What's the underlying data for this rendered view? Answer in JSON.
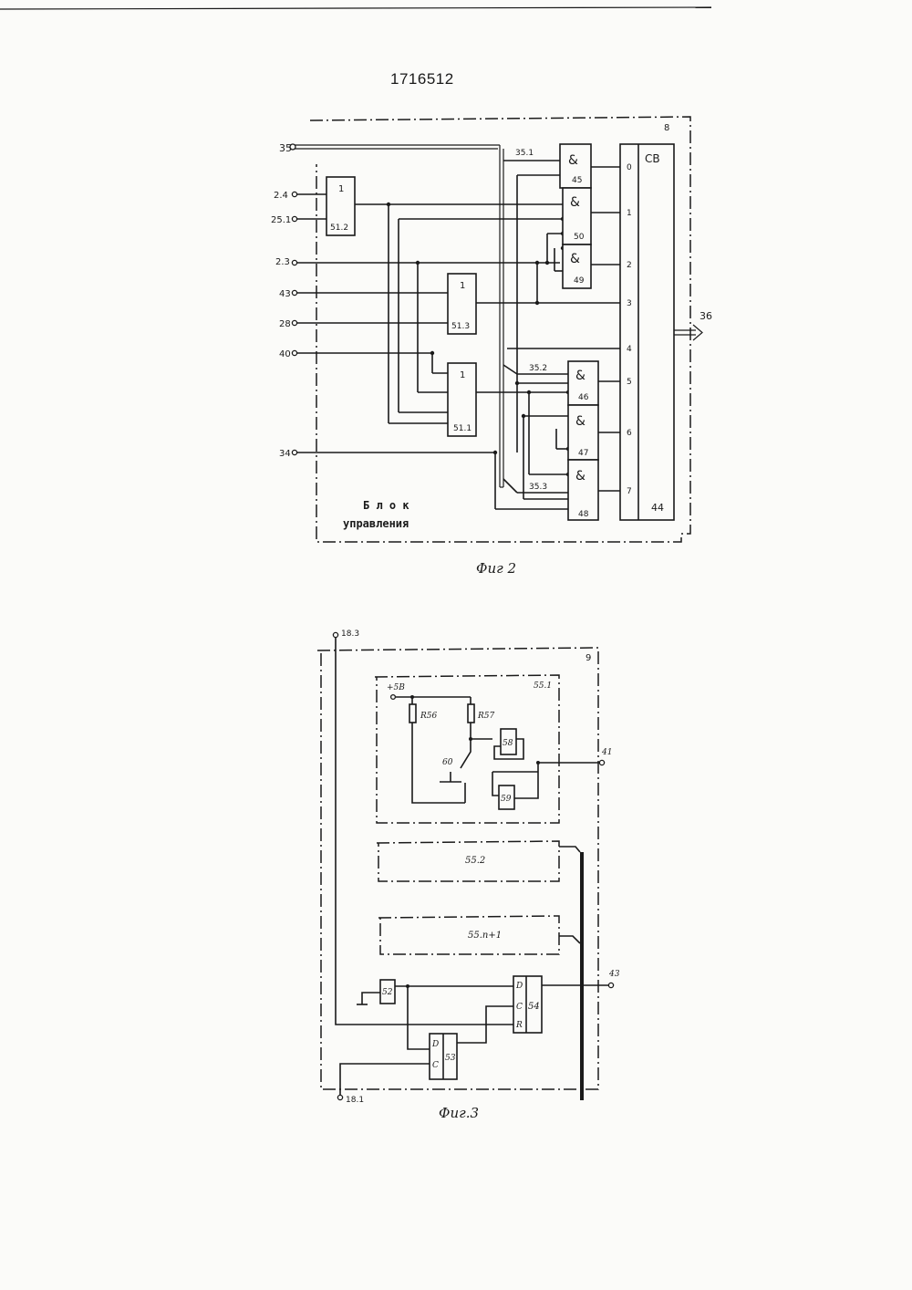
{
  "header": {
    "patent_number": "1716512",
    "top_rule": ""
  },
  "fig2": {
    "caption": "Фиг 2",
    "block_label": "8",
    "block_title_line1": "Б л о к",
    "block_title_line2": "управления",
    "inputs": [
      "35",
      "2.4",
      "25.1",
      "2.3",
      "43",
      "28",
      "40",
      "34"
    ],
    "bus_taps": [
      "35.1",
      "35.2",
      "35.3"
    ],
    "or_gates": [
      {
        "symbol": "1",
        "ref": "51.2"
      },
      {
        "symbol": "1",
        "ref": "51.3"
      },
      {
        "symbol": "1",
        "ref": "51.1"
      }
    ],
    "and_gates": [
      {
        "symbol": "&",
        "ref": "45"
      },
      {
        "symbol": "&",
        "ref": "50"
      },
      {
        "symbol": "&",
        "ref": "49"
      },
      {
        "symbol": "&",
        "ref": "46"
      },
      {
        "symbol": "&",
        "ref": "47"
      },
      {
        "symbol": "&",
        "ref": "48"
      }
    ],
    "encoder": {
      "title": "СВ",
      "ref": "44",
      "inputs": [
        "0",
        "1",
        "2",
        "3",
        "4",
        "5",
        "6",
        "7"
      ]
    },
    "output": "36"
  },
  "fig3": {
    "caption": "Фиг.3",
    "block_label": "9",
    "input_top": "18.3",
    "input_bottom": "18.1",
    "output_mid": "41",
    "output_low": "43",
    "cell1": {
      "ref": "55.1",
      "supply": "+5В",
      "r1": "R56",
      "r2": "R57",
      "button": "60",
      "gate_a": "58",
      "gate_b": "59"
    },
    "cell2": {
      "ref": "55.2"
    },
    "cell3": {
      "ref": "55.n+1"
    },
    "element52": "52",
    "trigger53": {
      "ref": "53",
      "d": "D",
      "c": "C"
    },
    "trigger54": {
      "ref": "54",
      "d": "D",
      "c": "C",
      "r": "R"
    }
  }
}
